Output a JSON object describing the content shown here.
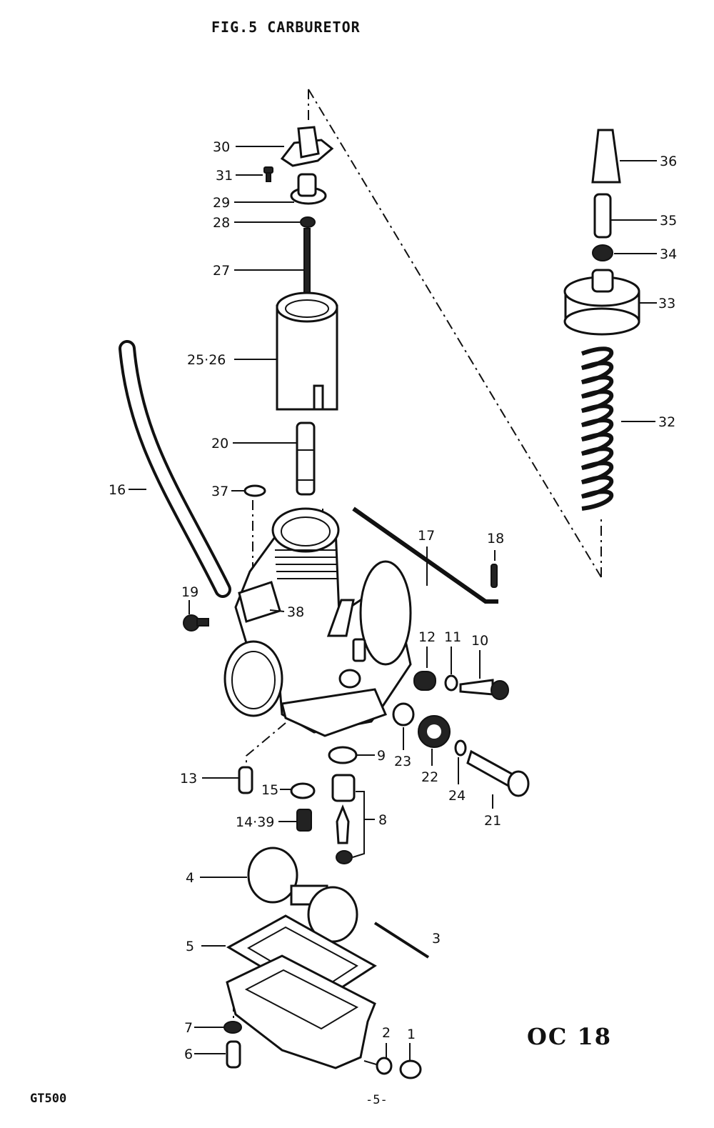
{
  "header": {
    "title": "FIG.5   CARBURETOR"
  },
  "footer": {
    "model": "GT500",
    "page": "-5-",
    "stamp": "ОС 18"
  },
  "callouts": [
    {
      "id": "30",
      "text": "30"
    },
    {
      "id": "31",
      "text": "31"
    },
    {
      "id": "29",
      "text": "29"
    },
    {
      "id": "28",
      "text": "28"
    },
    {
      "id": "27",
      "text": "27"
    },
    {
      "id": "25-26",
      "text": "25·26"
    },
    {
      "id": "20",
      "text": "20"
    },
    {
      "id": "16",
      "text": "16"
    },
    {
      "id": "37",
      "text": "37"
    },
    {
      "id": "17",
      "text": "17"
    },
    {
      "id": "18",
      "text": "18"
    },
    {
      "id": "19",
      "text": "19"
    },
    {
      "id": "38",
      "text": "38"
    },
    {
      "id": "12",
      "text": "12"
    },
    {
      "id": "11",
      "text": "11"
    },
    {
      "id": "10",
      "text": "10"
    },
    {
      "id": "23",
      "text": "23"
    },
    {
      "id": "22",
      "text": "22"
    },
    {
      "id": "24",
      "text": "24"
    },
    {
      "id": "21",
      "text": "21"
    },
    {
      "id": "9",
      "text": "9"
    },
    {
      "id": "13",
      "text": "13"
    },
    {
      "id": "15",
      "text": "15"
    },
    {
      "id": "14-39",
      "text": "14·39"
    },
    {
      "id": "8",
      "text": "8"
    },
    {
      "id": "4",
      "text": "4"
    },
    {
      "id": "3",
      "text": "3"
    },
    {
      "id": "5",
      "text": "5"
    },
    {
      "id": "7",
      "text": "7"
    },
    {
      "id": "6",
      "text": "6"
    },
    {
      "id": "2",
      "text": "2"
    },
    {
      "id": "1",
      "text": "1"
    },
    {
      "id": "36",
      "text": "36"
    },
    {
      "id": "35",
      "text": "35"
    },
    {
      "id": "34",
      "text": "34"
    },
    {
      "id": "33",
      "text": "33"
    },
    {
      "id": "32",
      "text": "32"
    }
  ]
}
